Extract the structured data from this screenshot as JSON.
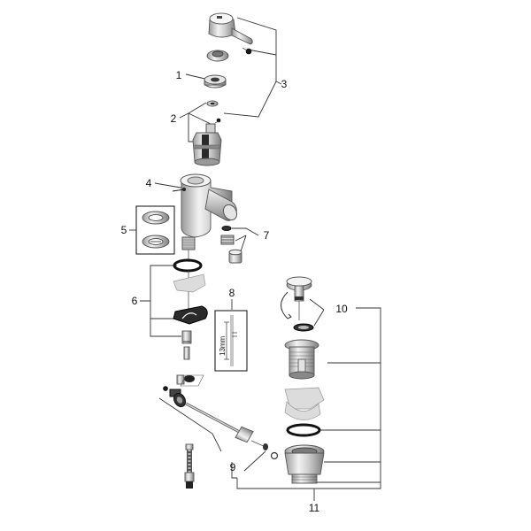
{
  "diagram": {
    "callouts": [
      {
        "id": "1",
        "text": "1"
      },
      {
        "id": "2",
        "text": "2"
      },
      {
        "id": "3",
        "text": "3"
      },
      {
        "id": "4",
        "text": "4"
      },
      {
        "id": "5",
        "text": "5"
      },
      {
        "id": "6",
        "text": "6"
      },
      {
        "id": "7",
        "text": "7"
      },
      {
        "id": "8",
        "text": "8"
      },
      {
        "id": "9",
        "text": "9"
      },
      {
        "id": "10",
        "text": "10"
      },
      {
        "id": "11",
        "text": "11"
      }
    ],
    "dimension_label": "13mm"
  }
}
